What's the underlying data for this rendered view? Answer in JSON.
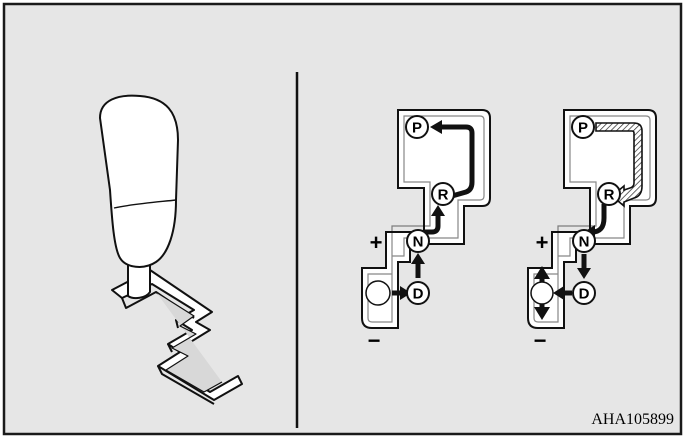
{
  "figure": {
    "code": "AHA105899",
    "background_color": "#e6e6e6",
    "border_color": "#1a1a1a"
  },
  "left_gate": {
    "positions": {
      "park": "P",
      "reverse": "R",
      "neutral": "N",
      "drive": "D"
    },
    "plus_label": "+",
    "minus_label": "−"
  },
  "right_gate": {
    "positions": {
      "park": "P",
      "reverse": "R",
      "neutral": "N",
      "drive": "D"
    },
    "plus_label": "+",
    "minus_label": "−"
  },
  "icons": [
    "shift-lever-icon",
    "arrow-icon",
    "hatched-arrow-icon",
    "double-headed-arrow-icon"
  ]
}
